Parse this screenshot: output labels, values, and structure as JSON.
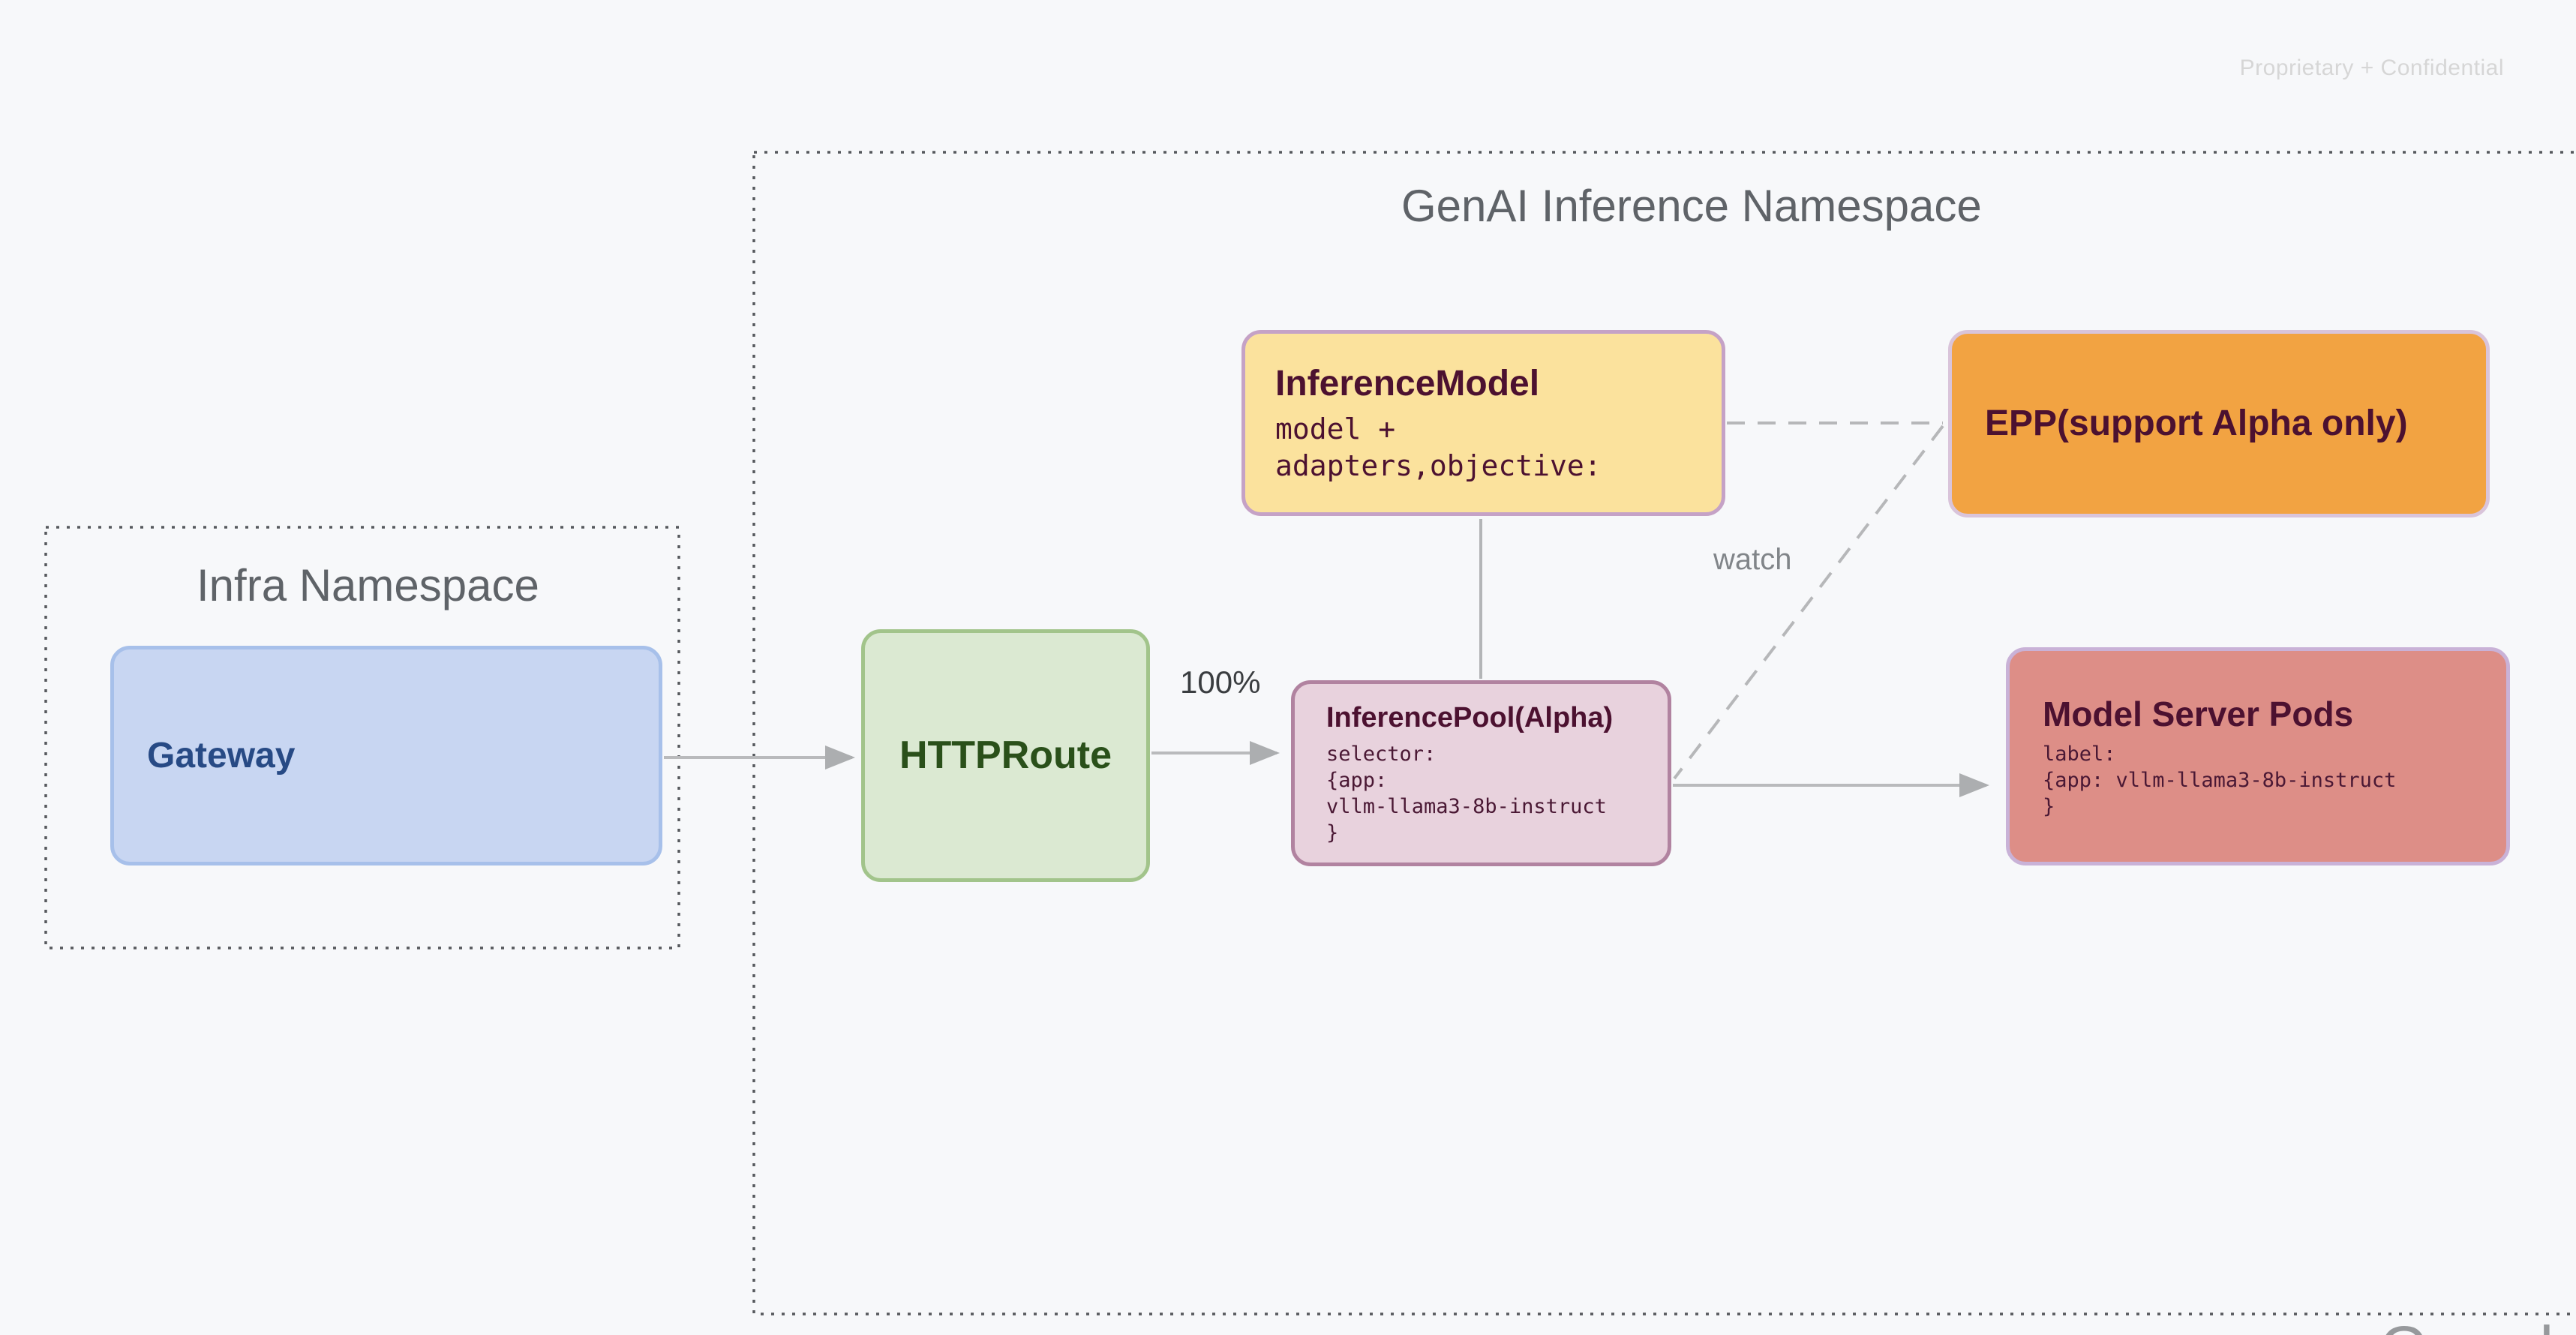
{
  "page": {
    "watermark": "Proprietary + Confidential",
    "footer_logo": "Google",
    "background": "#f7f8fa"
  },
  "namespaces": {
    "genai": {
      "title": "GenAI Inference Namespace"
    },
    "infra": {
      "title": "Infra Namespace"
    }
  },
  "nodes": {
    "gateway": {
      "title": "Gateway",
      "fill": "#c8d6f2",
      "border": "#a7c0ea",
      "text_color": "#274a85"
    },
    "httproute": {
      "title": "HTTPRoute",
      "fill": "#dbe9d2",
      "border": "#a2c48b",
      "text_color": "#2a501a"
    },
    "inference_model": {
      "title": "InferenceModel",
      "body": "model +\nadapters,objective:",
      "fill": "#fbe29d",
      "border": "#c5a2c6",
      "text_color": "#4c1130"
    },
    "epp": {
      "title": "EPP(support Alpha only)",
      "fill": "#f2a342",
      "border": "#d9c4da",
      "text_color": "#4c1130"
    },
    "inference_pool": {
      "title": "InferencePool(Alpha)",
      "body": "selector:\n{app:\nvllm-llama3-8b-instruct\n}",
      "fill": "#e8d2dd",
      "border": "#b183a0",
      "text_color": "#4c1130"
    },
    "model_server_pods": {
      "title": "Model Server Pods",
      "body": "label:\n{app: vllm-llama3-8b-instruct\n}",
      "fill": "#dd8e87",
      "border": "#c9b2d7",
      "text_color": "#4c1130"
    }
  },
  "edges": {
    "route_weight_label": "100%",
    "watch_label": "watch",
    "line_color": "#b9babc",
    "namespace_border_color": "#56595d"
  },
  "text_colors": {
    "namespace_title": "#5f6368",
    "watermark": "#d6d6d6",
    "edge_labels": "#3a3d40"
  }
}
